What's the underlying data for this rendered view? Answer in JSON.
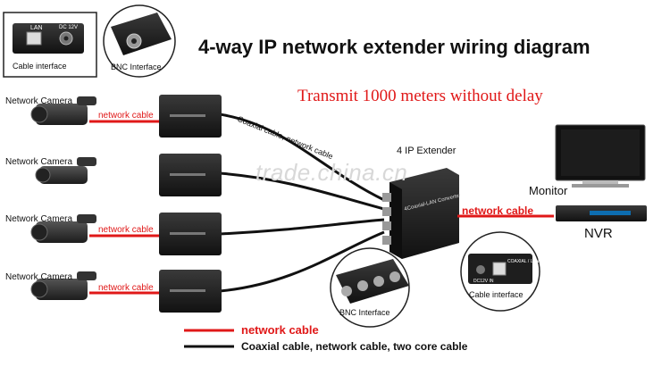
{
  "title": "4-way IP network extender wiring diagram",
  "subtitle": "Transmit 1000 meters without delay",
  "insets": {
    "cable_interface_top": "Cable interface",
    "bnc_interface_top": "BNC Interface",
    "bnc_interface_bottom": "BNC Interface",
    "cable_interface_bottom": "Cable interface",
    "lan_port": "LAN",
    "dc_port": "DC 12V",
    "ports_text": "COAXIAL / LAN / POWER",
    "dc_small": "DC12V IN"
  },
  "cameras": [
    {
      "label": "Network Camera",
      "cable": "network cable"
    },
    {
      "label": "Network Camera",
      "cable": ""
    },
    {
      "label": "Network Camera",
      "cable": "network cable"
    },
    {
      "label": "Network Camera",
      "cable": "network cable"
    }
  ],
  "coax_label": "Coaxial cable, network cable",
  "extender_label": "4 IP Extender",
  "extender_faceplate": "4Coaxial-LAN Converter",
  "monitor_label": "Monitor",
  "nvr_label": "NVR",
  "nvr_cable_label": "network cable",
  "watermark": "trade.china.cn",
  "legend": {
    "red": "network cable",
    "black": "Coaxial cable, network cable, two core cable"
  },
  "colors": {
    "network_cable": "#e01818",
    "coax_cable": "#111111",
    "device_body": "#1a1a1a"
  }
}
